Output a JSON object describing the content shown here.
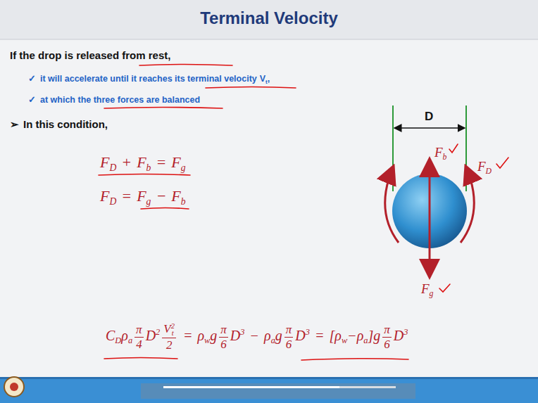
{
  "diagram": {
    "title": "Terminal Velocity",
    "labels": [
      "➢",
      "If the drop is released from rest,",
      "✓",
      "it will accelerate until it reaches its terminal velocity",
      "V",
      "t",
      ",",
      "✓",
      "at which the three forces are balanced",
      "➢",
      "In this condition,",
      "F",
      "D",
      "+",
      "F",
      "b",
      "=",
      "F",
      "g",
      "F",
      "D",
      "=",
      "F",
      "g",
      "−",
      "F",
      "b",
      "C",
      "D",
      "ρ",
      "a",
      "π",
      "4",
      "D",
      "2",
      "V",
      "2",
      "t",
      "2",
      "=",
      "ρ",
      "w",
      "g",
      "π",
      "6",
      "D",
      "3",
      "−",
      "ρ",
      "a",
      "g",
      "π",
      "6",
      "D",
      "3",
      "=",
      "[",
      "ρ",
      "w",
      "−",
      "ρ",
      "a",
      "]",
      "g",
      "π",
      "6",
      "D",
      "3",
      "D",
      "F",
      "b",
      "F",
      "D",
      "F",
      "g"
    ]
  }
}
